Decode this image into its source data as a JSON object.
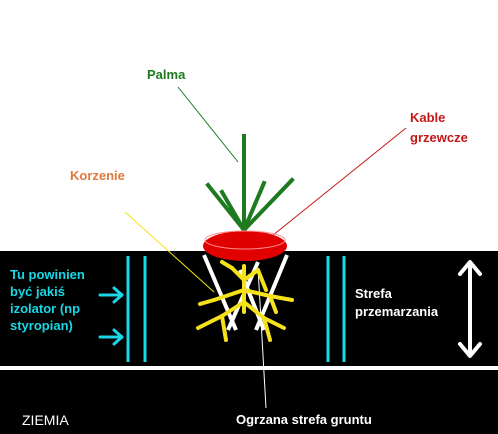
{
  "labels": {
    "palma": "Palma",
    "kable_line1": "Kable",
    "kable_line2": "grzewcze",
    "korzenie": "Korzenie",
    "izolator_line1": "Tu powinien",
    "izolator_line2": "być jakiś",
    "izolator_line3": "izolator (np",
    "izolator_line4": "styropian)",
    "strefa_line1": "Strefa",
    "strefa_line2": "przemarzania",
    "ziemia": "ZIEMIA",
    "ogrzana": "Ogrzana strefa gruntu"
  },
  "colors": {
    "background": "#ffffff",
    "soil": "#000000",
    "palm": "#1e7a1e",
    "heating_cables": "#e00000",
    "roots": "#f5e21a",
    "insulation": "#17d8e6",
    "korzenie_label": "#e07a3c",
    "kable_label": "#c41818",
    "frost_zone_text": "#ffffff"
  },
  "icons": {
    "insulation_arrows": "arrow-right-icon",
    "frost_depth_marker": "double-arrow-vertical-icon"
  }
}
